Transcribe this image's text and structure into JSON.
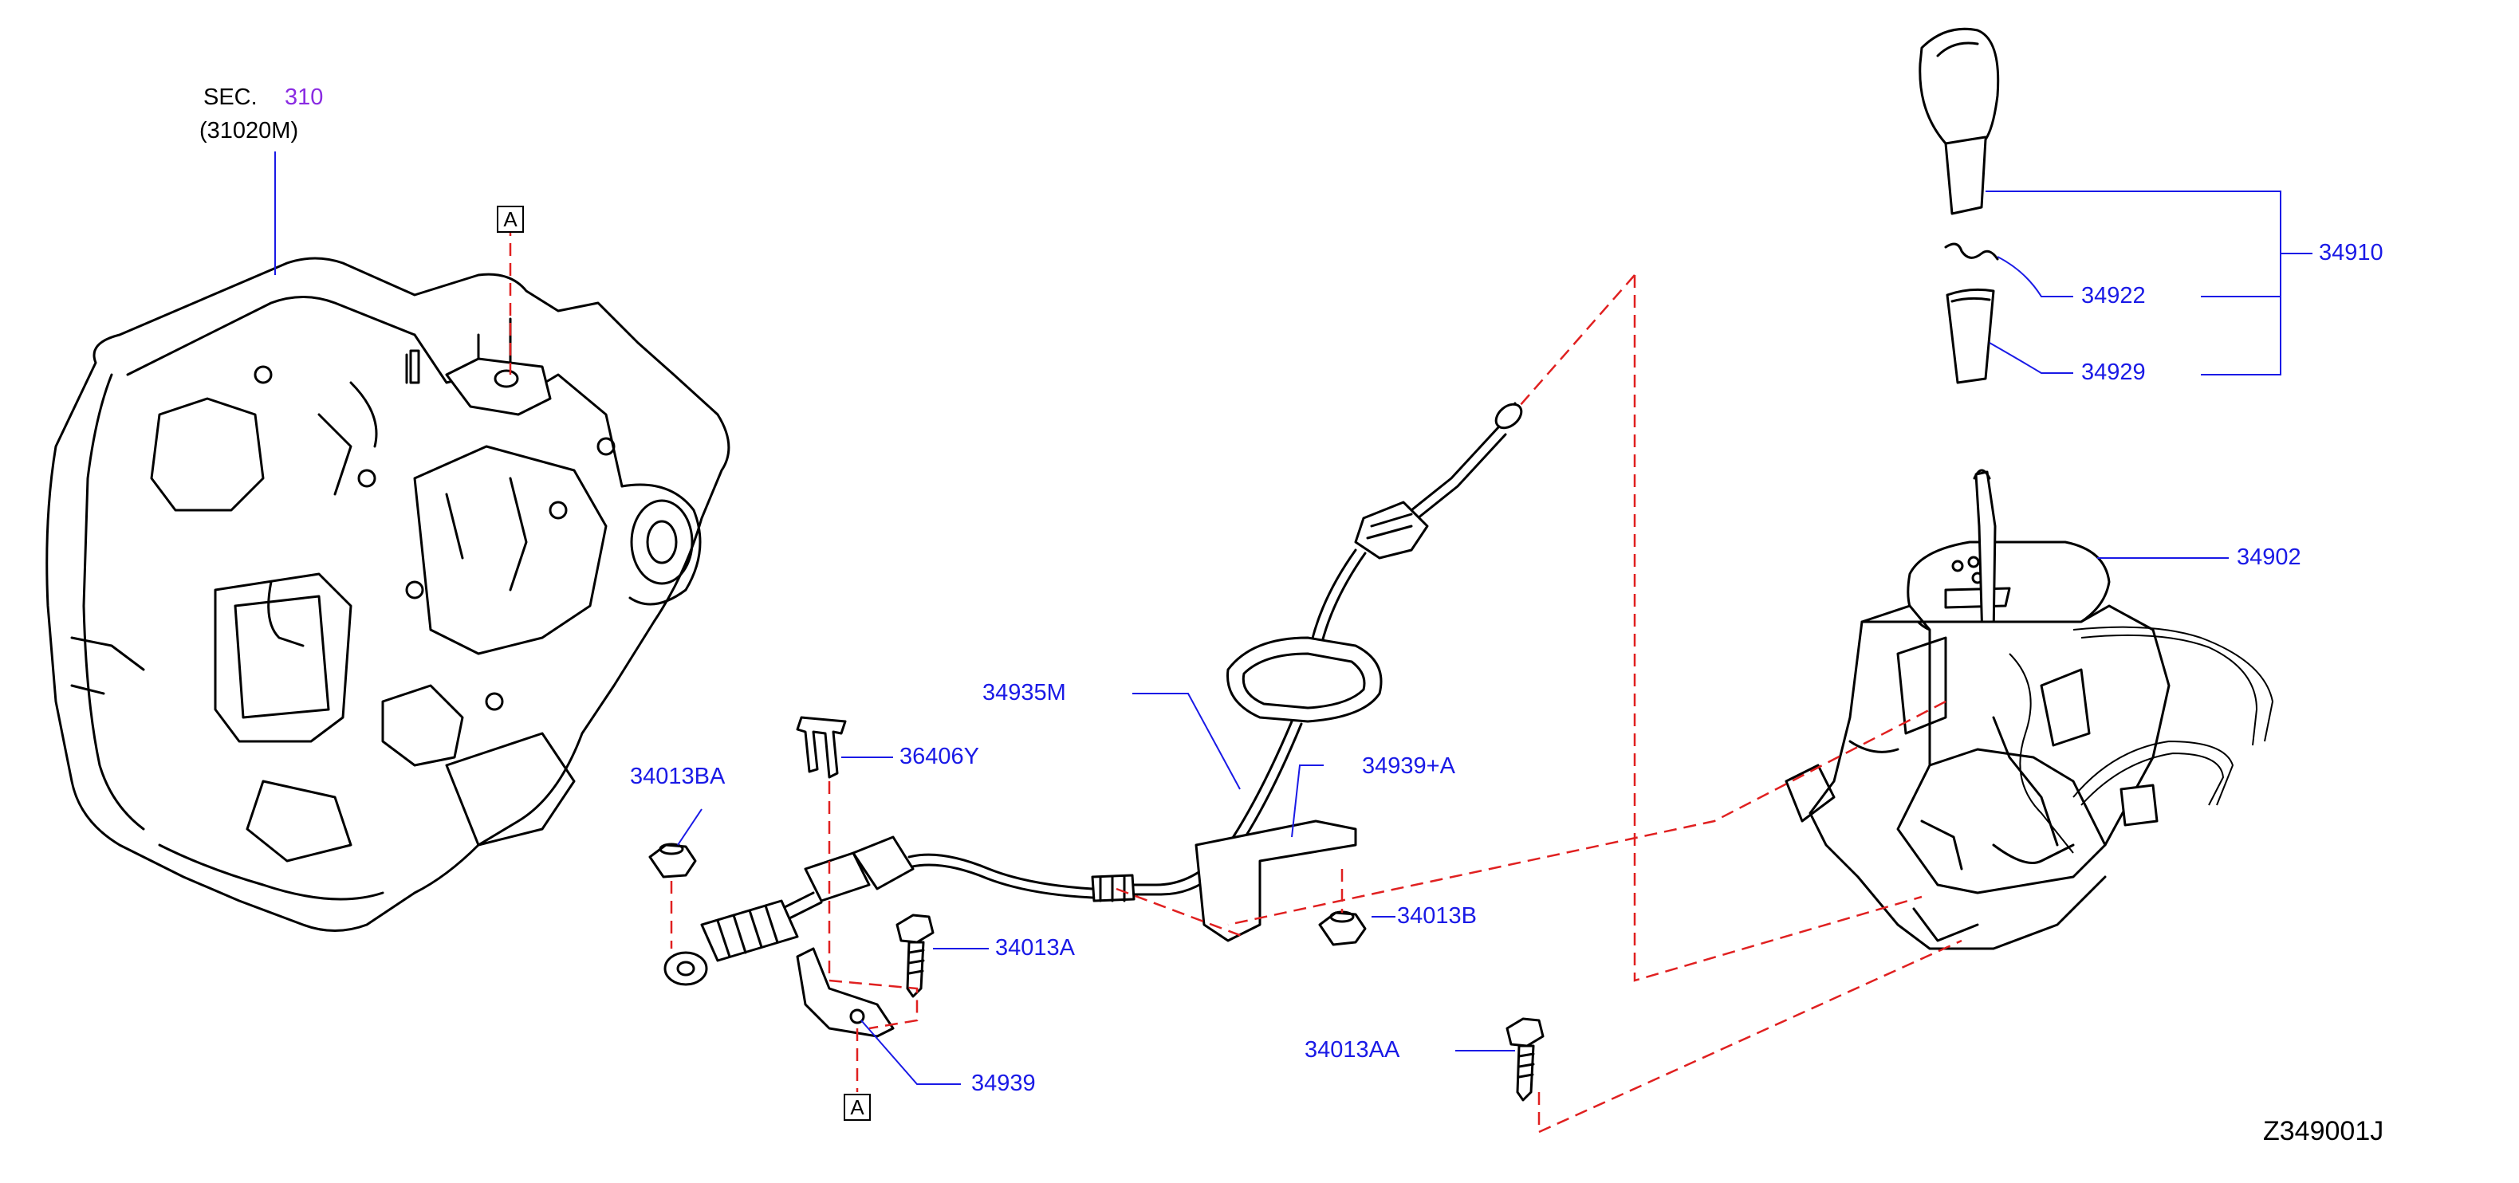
{
  "section_ref": {
    "prefix": "SEC.",
    "number": "310",
    "sub": "(31020M)"
  },
  "reference_marks": {
    "a_top": "A",
    "a_bottom": "A"
  },
  "parts": {
    "p34910": "34910",
    "p34922": "34922",
    "p34929": "34929",
    "p34902": "34902",
    "p34935M": "34935M",
    "p36406Y": "36406Y",
    "p34939A": "34939+A",
    "p34013BA": "34013BA",
    "p34013B": "34013B",
    "p34013A": "34013A",
    "p34939": "34939",
    "p34013AA": "34013AA"
  },
  "diagram_code": "Z349001J",
  "colors": {
    "leader": "#1a1ae6",
    "dash": "#e02020",
    "ref_number": "#8a2be2",
    "line_art": "#000000"
  }
}
